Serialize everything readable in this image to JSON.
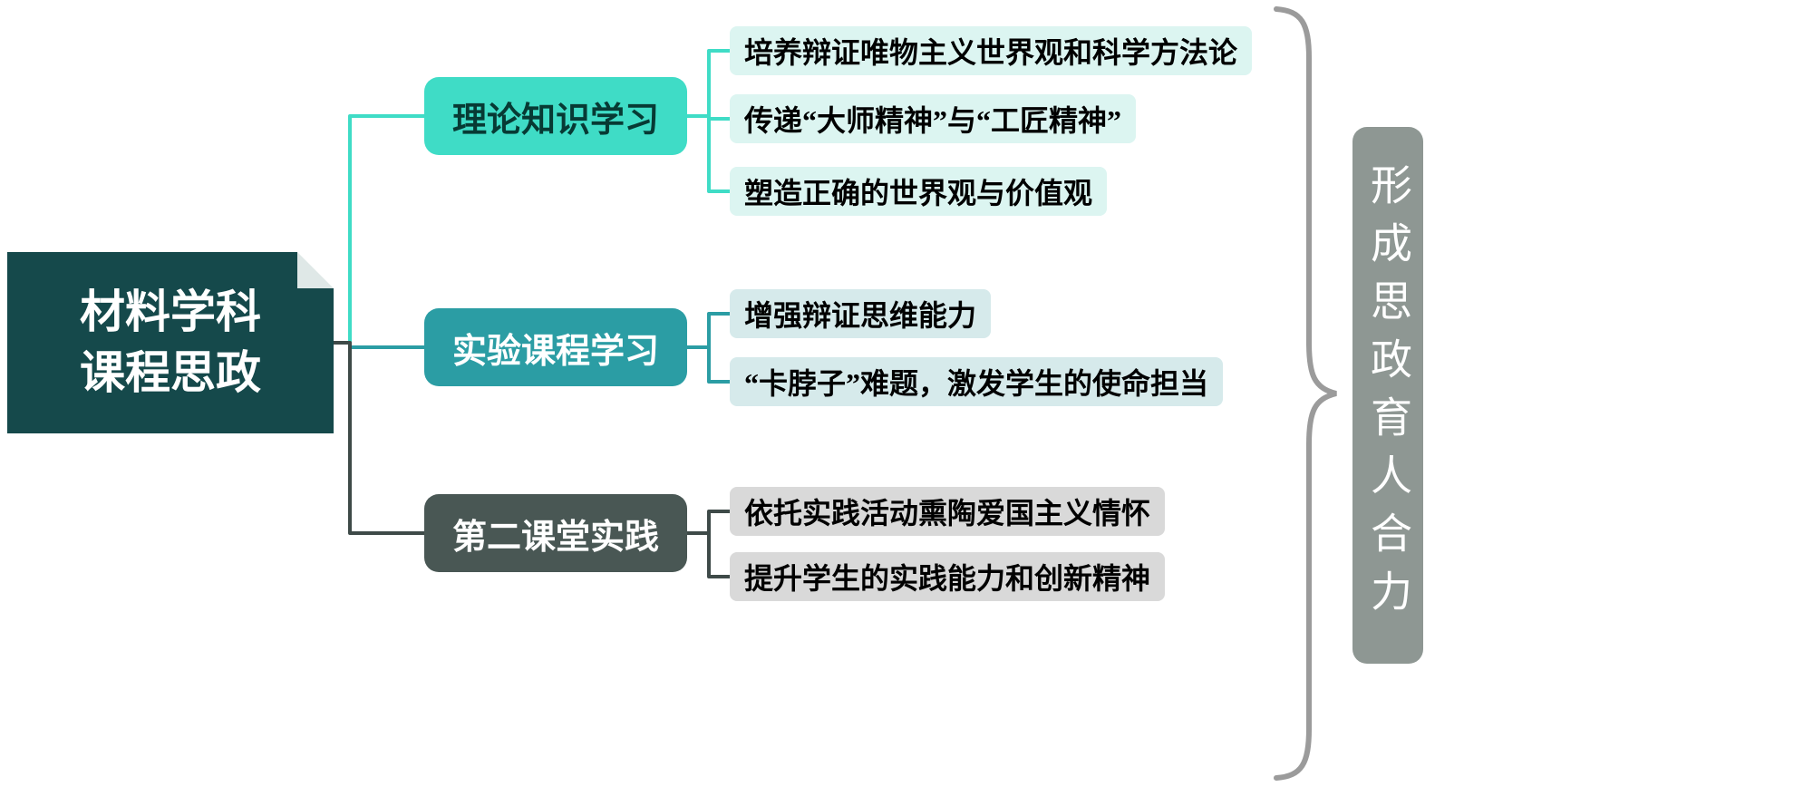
{
  "root": {
    "line1": "材料学科",
    "line2": "课程思政"
  },
  "branches": [
    {
      "label": "理论知识学习",
      "color": "#3fdcc6",
      "leaf_bg": "#dcf5f1",
      "leaves": [
        "培养辩证唯物主义世界观和科学方法论",
        "传递“大师精神”与“工匠精神”",
        "塑造正确的世界观与价值观"
      ]
    },
    {
      "label": "实验课程学习",
      "color": "#2b9da4",
      "leaf_bg": "#d6eaeb",
      "leaves": [
        "增强辩证思维能力",
        "“卡脖子”难题，激发学生的使命担当"
      ]
    },
    {
      "label": "第二课堂实践",
      "color": "#495754",
      "leaf_bg": "#d9d9d9",
      "leaves": [
        "依托实践活动熏陶爱国主义情怀",
        "提升学生的实践能力和创新精神"
      ]
    }
  ],
  "outcome": {
    "label": "形成思政育人合力",
    "bar_color": "#8e9793"
  },
  "colors": {
    "root_bg": "#15494b",
    "brace": "#9b9b9b"
  }
}
